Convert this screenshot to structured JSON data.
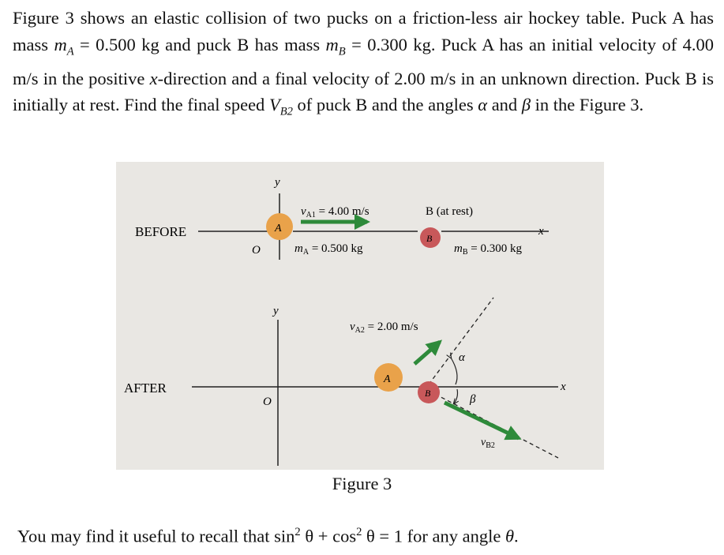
{
  "problem": {
    "s1": "Figure 3 shows an elastic collision of two pucks on a friction-less air hockey table. Puck A has mass ",
    "mA_sym": "m",
    "mA_sub": "A",
    "mA_val": " = 0.500 kg and puck B has mass ",
    "mB_sym": "m",
    "mB_sub": "B",
    "mB_val": " = 0.300 kg. Puck A has an initial velocity of 4.00 m/s in the positive ",
    "xdir": "x",
    "s2": "-direction and a final velocity of 2.00 m/s in an unknown direction. Puck B is initially at rest. Find the final speed ",
    "vb2_sym": "V",
    "vb2_sub": "B2",
    "s3": " of puck B and the angles ",
    "alpha": "α",
    "s4": " and ",
    "beta": "β",
    "s5": " in the Figure 3."
  },
  "figure": {
    "before_label": "BEFORE",
    "after_label": "AFTER",
    "y_axis": "y",
    "origin": "O",
    "x_axis": "x",
    "puck_a": "A",
    "puck_b": "B",
    "va1": "v",
    "va1_sub": "A1",
    "va1_val": " = 4.00 m/s",
    "b_rest": "B (at rest)",
    "ma": "m",
    "ma_sub": "A",
    "ma_val": " = 0.500 kg",
    "mb": "m",
    "mb_sub": "B",
    "mb_val": " = 0.300 kg",
    "va2": "v",
    "va2_sub": "A2",
    "va2_val": " = 2.00 m/s",
    "alpha": "α",
    "beta": "β",
    "vb2": "v",
    "vb2_sub": "B2",
    "colors": {
      "puck_a": "#e9a24a",
      "puck_b": "#c8585a",
      "arrow": "#2e8a3a",
      "background": "#e9e7e3"
    }
  },
  "caption": "Figure 3",
  "note": {
    "t1": "You may find it useful to recall that sin",
    "sup1": "2",
    "t2": " θ + cos",
    "sup2": "2",
    "t3": " θ = 1 for any angle ",
    "theta": "θ",
    "t4": "."
  }
}
